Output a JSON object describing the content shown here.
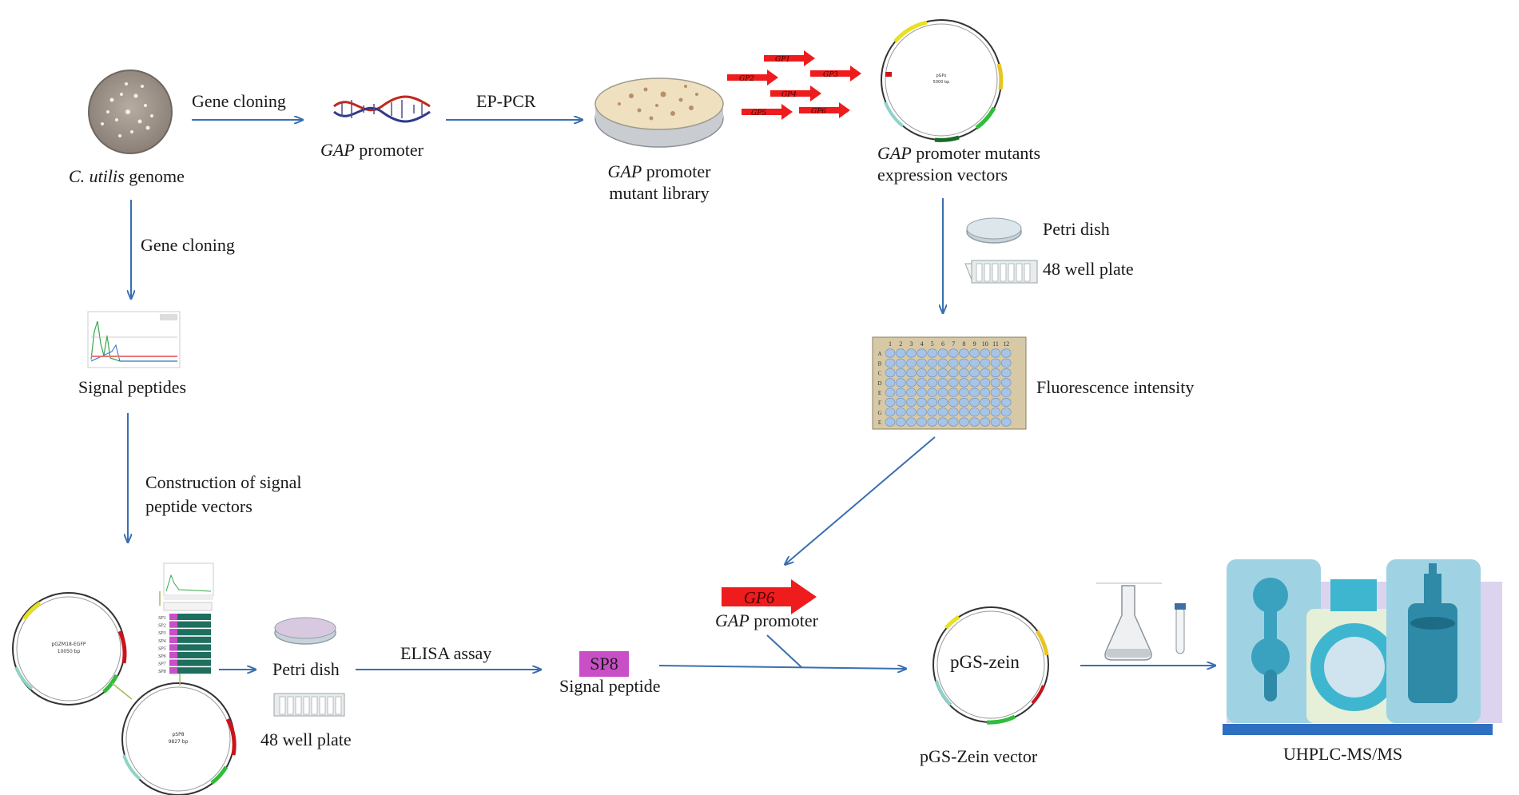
{
  "labels": {
    "genome_italic": "C. utilis",
    "genome_rest": " genome",
    "gene_cloning_top": "Gene cloning",
    "gene_cloning_left": "Gene cloning",
    "gap_italic": "GAP",
    "promoter_word": " promoter",
    "ep_pcr": "EP-PCR",
    "mutant_library_line1_rest": " promoter",
    "mutant_library_line2": "mutant library",
    "mutants_line1_rest": " promoter mutants",
    "mutants_line2": "expression vectors",
    "petri_dish": "Petri dish",
    "well_plate_48": "48 well plate",
    "fluorescence": "Fluorescence intensity",
    "signal_peptides": "Signal peptides",
    "construction_line1": "Construction of signal",
    "construction_line2": "peptide vectors",
    "elisa": "ELISA assay",
    "sp8_badge": "SP8",
    "signal_peptide": "Signal peptide",
    "gp6_arrow": "GP6",
    "pgs_zein_plasmid": "pGS-zein",
    "pgs_zein_vector": "pGS-Zein vector",
    "uhplc": "UHPLC-MS/MS",
    "petri_dish_bottom": "Petri dish",
    "well_plate_bottom": "48 well plate"
  },
  "mutant_arrows": [
    "GP1",
    "GP2",
    "GP3",
    "GP4",
    "GP5",
    "GP6"
  ],
  "plasmid_labels": {
    "pgzm": "pGZM18-EGFP",
    "pgzm_size": "10050 bp",
    "psp8": "pSP8",
    "psp8_size": "9827 bp",
    "gap_vector": "pGPx",
    "gap_vector_size": "5000 bp"
  },
  "signal_list": [
    "SP1",
    "SP2",
    "SP3",
    "SP4",
    "SP5",
    "SP6",
    "SP7",
    "SP8"
  ],
  "plate_columns": [
    "1",
    "2",
    "3",
    "4",
    "5",
    "6",
    "7",
    "8",
    "9",
    "10",
    "11",
    "12"
  ],
  "plate_rows": [
    "A",
    "B",
    "C",
    "D",
    "E",
    "F",
    "G",
    "E"
  ],
  "colors": {
    "arrow": "#3a6fb0",
    "red_arrow": "#ee1c1c",
    "sp8": "#c94fc7",
    "plate_bg": "#d8c9a6",
    "well": "#a7c4e6",
    "ms_light": "#9fd3e3",
    "ms_dark": "#2f8aa8"
  }
}
